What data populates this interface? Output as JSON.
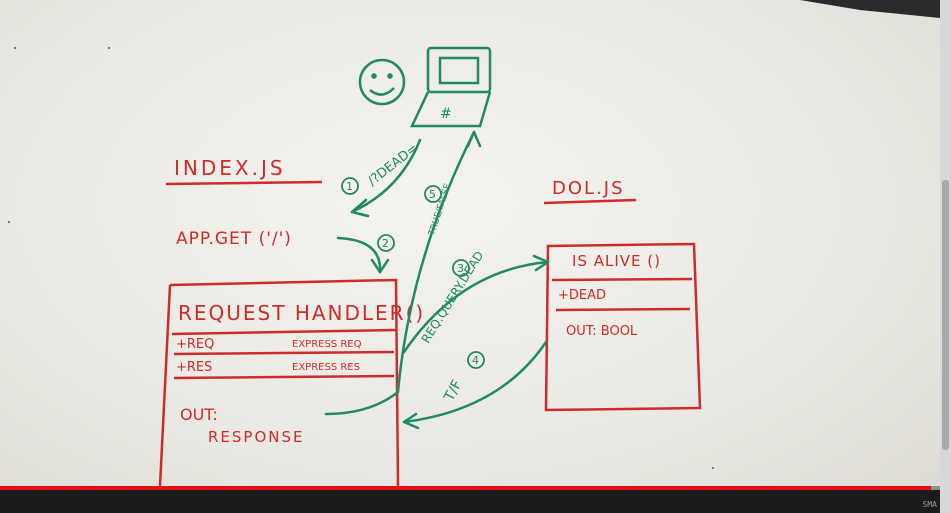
{
  "whiteboard": {
    "left_file": "INDEX.JS",
    "right_file": "DOL.JS",
    "route_call": "APP.GET ('/')",
    "request_handler": {
      "title": "REQUEST HANDLER()",
      "params": [
        {
          "name": "+REQ",
          "type": "EXPRESS REQ"
        },
        {
          "name": "+RES",
          "type": "EXPRESS RES"
        }
      ],
      "out_label": "OUT:",
      "out_value": "RESPONSE"
    },
    "is_alive": {
      "title": "IS ALIVE ()",
      "param": "+DEAD",
      "out": "OUT: BOOL"
    },
    "steps": {
      "s1": "1",
      "s1_label": "/?DEAD=",
      "s2": "2",
      "s3": "3",
      "s3_label": "REQ.QUERY.DEAD",
      "s4": "4",
      "s4_label": "T/F",
      "s5": "5",
      "s5_label": "TRUE/FALSE"
    },
    "laptop_glyph": "#"
  },
  "player": {
    "progress_fraction": 0.99,
    "corner_text": "SMA"
  },
  "colors": {
    "marker_red": "#cf2b2b",
    "marker_green": "#1f8a63",
    "progress_red": "#e01010"
  }
}
